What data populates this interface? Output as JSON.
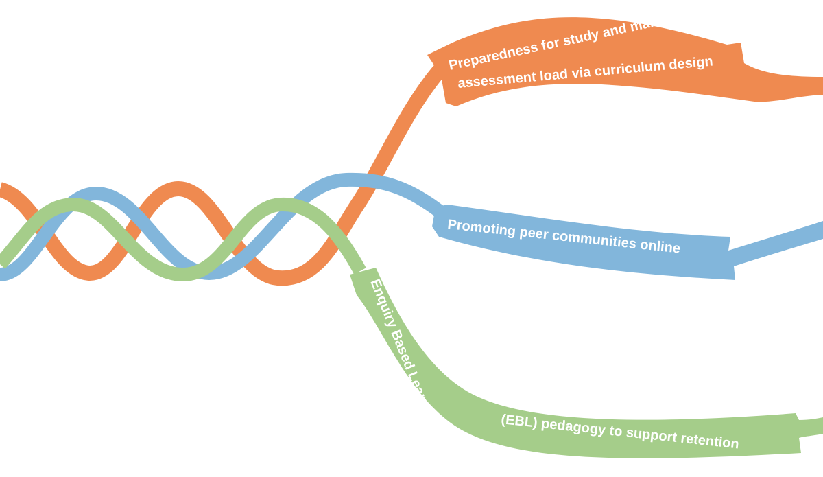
{
  "colors": {
    "orange": "#ef8a50",
    "blue": "#82b6db",
    "green": "#a5cd8a",
    "text": "#ffffff",
    "background": "#ffffff"
  },
  "labels": {
    "orange": {
      "line1": "Preparedness for study and managing",
      "line2": "assessment load via curriculum design"
    },
    "blue": {
      "line1": "Promoting peer communities online"
    },
    "green": {
      "line1": "Enquiry Based Learning (EBL) pedagogy to support retention"
    }
  }
}
